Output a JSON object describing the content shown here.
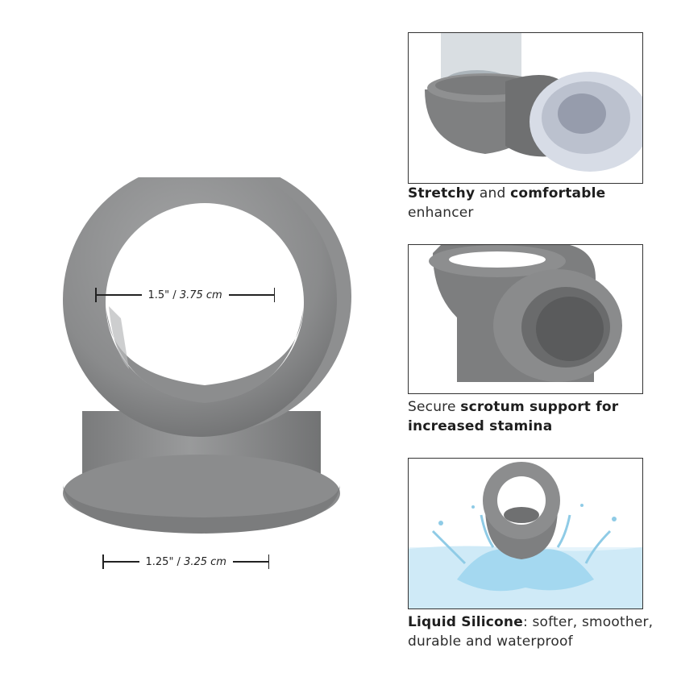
{
  "dimensions": {
    "inner_diameter_label": "1.5\" / ",
    "inner_diameter_metric": "3.75 cm",
    "base_label": "1.25\" / ",
    "base_metric": "3.25 cm"
  },
  "features": [
    {
      "bold1": "Stretchy",
      "text1": " and ",
      "bold2": "comfortable",
      "text2": " enhancer"
    },
    {
      "text1": "Secure ",
      "bold1": "scrotum support for increased stamina"
    },
    {
      "bold1": "Liquid Silicone",
      "text1": ": softer, smoother, durable and waterproof"
    }
  ],
  "colors": {
    "silicone": "#8a8b8c",
    "silicone_dark": "#6c6d6e",
    "silicone_light": "#a3a4a5",
    "water": "#9fd6ee"
  }
}
